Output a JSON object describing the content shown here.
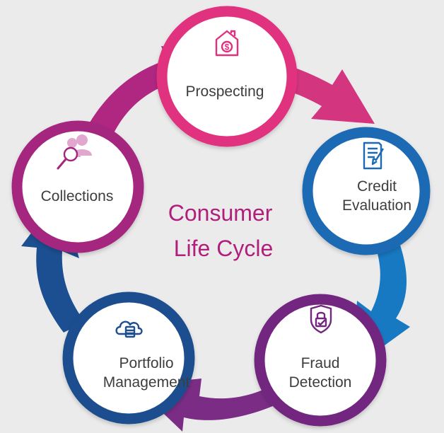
{
  "center_title": {
    "line1": "Consumer",
    "line2": "Life Cycle",
    "color": "#b01f7c"
  },
  "stages": [
    {
      "key": "prospecting",
      "lines": [
        "Prospecting"
      ],
      "color": "#e0307e",
      "icon": "house-dollar-icon"
    },
    {
      "key": "credit-evaluation",
      "lines": [
        "Credit",
        "Evaluation"
      ],
      "color": "#1b6ab3",
      "icon": "document-check-icon"
    },
    {
      "key": "fraud-detection",
      "lines": [
        "Fraud",
        "Detection"
      ],
      "color": "#73287f",
      "icon": "shield-lock-icon"
    },
    {
      "key": "portfolio-management",
      "lines": [
        "Portfolio",
        "Management"
      ],
      "color": "#1f4e8e",
      "icon": "cloud-database-icon"
    },
    {
      "key": "collections",
      "lines": [
        "Collections"
      ],
      "color": "#a4267f",
      "icon": "people-search-icon"
    }
  ],
  "arrow_colors": [
    "#d4357f",
    "#1779c2",
    "#7b2d86",
    "#1b4f91",
    "#b02781"
  ]
}
